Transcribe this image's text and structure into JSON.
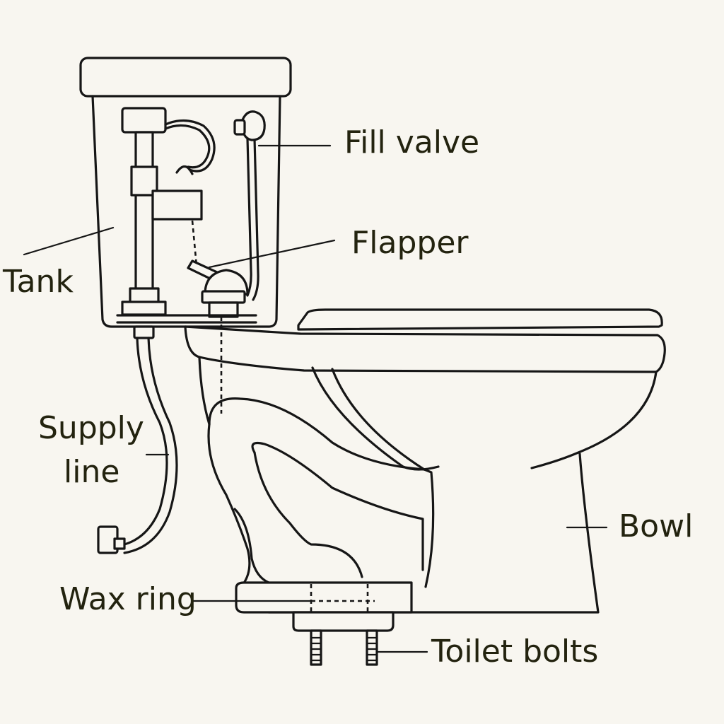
{
  "labels": {
    "fill_valve": "Fill valve",
    "flapper": "Flapper",
    "tank": "Tank",
    "supply_line_1": "Supply",
    "supply_line_2": "line",
    "bowl": "Bowl",
    "wax_ring": "Wax ring",
    "toilet_bolts": "Toilet bolts"
  },
  "colors": {
    "background": "#f8f6f0",
    "line": "#161616",
    "label_text": "#23230f"
  }
}
